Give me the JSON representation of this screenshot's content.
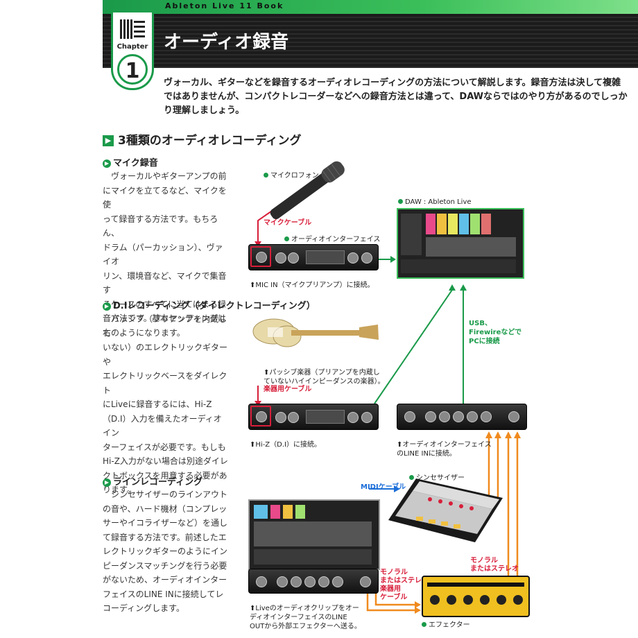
{
  "header": {
    "book_title": "Ableton Live 11 Book",
    "chapter_label": "Chapter",
    "chapter_number": "1",
    "chapter_title": "オーディオ録音"
  },
  "intro": "ヴォーカル、ギターなどを録音するオーディオレコーディングの方法について解説します。録音方法は決して複雑ではありませんが、コンパクトレコーダーなどへの録音方法とは違って、DAWならではのやり方があるのでしっかり理解しましょう。",
  "section": {
    "title": "3種類のオーディオレコーディング"
  },
  "mic": {
    "heading": "マイク録音",
    "body": "　ヴォーカルやギターアンプの前\nにマイクを立てるなど、マイクを使\nって録音する方法です。もちろん、\nドラム（パーカッション）、ヴァイオ\nリン、環境音など、マイクで集音す\nるケースのすべてに当てはまる録\n音方法です。基本セッティングは\n右のようになります。",
    "label_mic": "マイクロフォン",
    "cable": "マイクケーブル",
    "label_iface": "オーディオインターフェイス",
    "caption": "MIC IN（マイクプリアンプ）に接続。",
    "label_daw": "DAW : Ableton Live"
  },
  "di": {
    "heading": "D.Iレコーディング（ダイレクトレコーディング）",
    "body": "　パッシブ（プリアンプを内蔵して\nいない）のエレクトリックギターや\nエレクトリックベースをダイレクト\nにLiveに録音するには、Hi-Z\n（D.I）入力を備えたオーディオイン\nターフェイスが必要です。もしも\nHi-Z入力がない場合は別途ダイレ\nクトボックスを用意する必要があ\nります。",
    "caption_guitar": "パッシブ楽器（プリアンプを内蔵し\nていないハイインピーダンスの楽器）。",
    "cable": "楽器用ケーブル",
    "caption": "Hi-Z（D.I）に接続。",
    "usb": "USB、\nFirewireなどで\nPCに接続"
  },
  "line": {
    "heading": "ラインレコーディング",
    "body": "　シンセサイザーのラインアウト\nの音や、ハード機材（コンプレッ\nサーやイコライザーなど）を通し\nて録音する方法です。前述したエ\nレクトリックギターのようにイン\nピーダンスマッチングを行う必要\nがないため、オーディオインター\nフェイスのLINE INに接続してレ\nコーディングします。",
    "caption_iface": "オーディオインターフェイス\nのLINE INに接続。",
    "midi": "MIDIケーブル",
    "label_synth": "シンセサイザー",
    "mono1": "モノラル\nまたはステレオ",
    "mono2": "モノラル\nまたはステレオ\n楽器用\nケーブル",
    "caption_clip": "Liveのオーディオクリップをオー\nディオインターフェイスのLINE\nOUTから外部エフェクターへ送る。",
    "label_fx": "エフェクター"
  },
  "colors": {
    "accent": "#1a9a4a",
    "red": "#d81e3a",
    "orange": "#f08a1e",
    "blue": "#1b6ed8"
  },
  "icons": [
    "chapter-grid-icon",
    "play-triangle-icon",
    "bullet-icon",
    "arrow-up-icon",
    "microphone-icon",
    "guitar-icon",
    "synth-icon",
    "effector-icon",
    "audio-interface-icon",
    "daw-screen-icon"
  ]
}
